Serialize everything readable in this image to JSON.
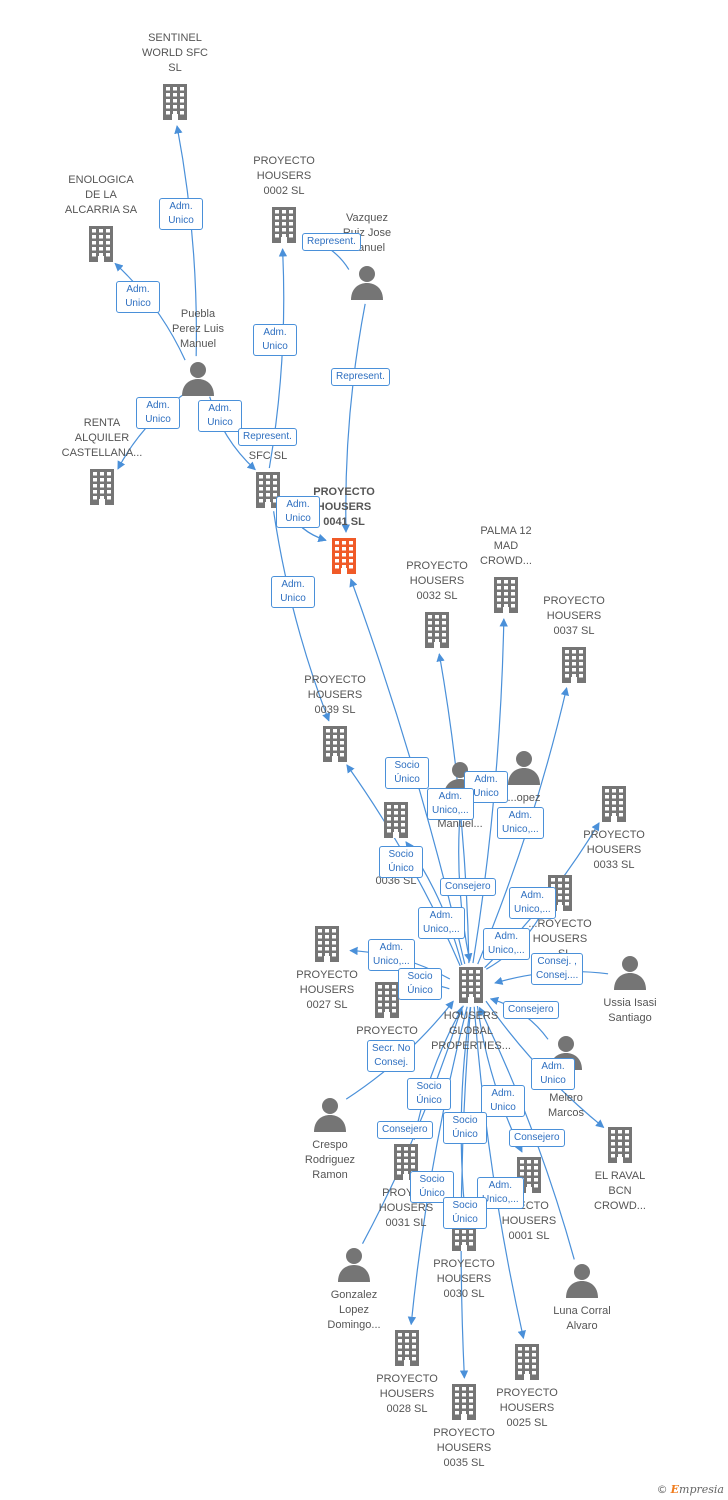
{
  "colors": {
    "edge": "#4a90d9",
    "node": "#757575",
    "focus": "#f05a28",
    "label": "#555555"
  },
  "nodes": [
    {
      "id": "sentinel",
      "type": "company",
      "label": "SENTINEL\nWORLD SFC\nSL"
    },
    {
      "id": "enologica",
      "type": "company",
      "label": "ENOLOGICA\nDE LA\nALCARRIA SA"
    },
    {
      "id": "ph0002",
      "type": "company",
      "label": "PROYECTO\nHOUSERS\n0002 SL"
    },
    {
      "id": "vazquez",
      "type": "person",
      "label": "Vazquez\nRuiz Jose\nManuel"
    },
    {
      "id": "puebla",
      "type": "person",
      "label": "Puebla\nPerez Luis\nManuel"
    },
    {
      "id": "renta",
      "type": "company",
      "label": "RENTA\nALQUILER\nCASTELLANA..."
    },
    {
      "id": "sfc",
      "type": "company",
      "label": "...X\nSFC SL"
    },
    {
      "id": "ph0041",
      "type": "focus",
      "label": "PROYECTO\nHOUSERS\n0041 SL"
    },
    {
      "id": "palma",
      "type": "company",
      "label": "PALMA 12\nMAD\nCROWD..."
    },
    {
      "id": "ph0032",
      "type": "company",
      "label": "PROYECTO\nHOUSERS\n0032 SL"
    },
    {
      "id": "ph0037",
      "type": "company",
      "label": "PROYECTO\nHOUSERS\n0037 SL"
    },
    {
      "id": "ph0039",
      "type": "company",
      "label": "PROYECTO\nHOUSERS\n0039 SL"
    },
    {
      "id": "p_center1",
      "type": "person",
      "label": "...\nManuel..."
    },
    {
      "id": "p_lopez",
      "type": "person",
      "label": "...opez"
    },
    {
      "id": "ph0033",
      "type": "company",
      "label": "PROYECTO\nHOUSERS\n0033 SL"
    },
    {
      "id": "ph0036",
      "type": "company",
      "label": "PRO...\nHO...\n0036 SL"
    },
    {
      "id": "ph00xx",
      "type": "company",
      "label": "...ROYECTO\nHOUSERS\n...SL"
    },
    {
      "id": "ussia",
      "type": "person",
      "label": "Ussia Isasi\nSantiago"
    },
    {
      "id": "ph0027",
      "type": "company",
      "label": "PROYECTO\nHOUSERS\n0027 SL"
    },
    {
      "id": "ph_left",
      "type": "company",
      "label": "PROYECTO\nH..."
    },
    {
      "id": "housers",
      "type": "company",
      "label": "HOUSERS\nGLOBAL\nPROPERTIES..."
    },
    {
      "id": "melero",
      "type": "person",
      "label": "...s\nMelero\nMarcos"
    },
    {
      "id": "crespo",
      "type": "person",
      "label": "Crespo\nRodriguez\nRamon"
    },
    {
      "id": "elraval",
      "type": "company",
      "label": "EL RAVAL\nBCN\nCROWD..."
    },
    {
      "id": "ph0031",
      "type": "company",
      "label": "PROYE...\nHOUSERS\n0031 SL"
    },
    {
      "id": "ph0001",
      "type": "company",
      "label": "...ECTO\nHOUSERS\n0001 SL"
    },
    {
      "id": "ph0030",
      "type": "company",
      "label": "PROYECTO\nHOUSERS\n0030 SL"
    },
    {
      "id": "gonzalez",
      "type": "person",
      "label": "Gonzalez\nLopez\nDomingo..."
    },
    {
      "id": "luna",
      "type": "person",
      "label": "Luna Corral\nAlvaro"
    },
    {
      "id": "ph0028",
      "type": "company",
      "label": "PROYECTO\nHOUSERS\n0028 SL"
    },
    {
      "id": "ph0025",
      "type": "company",
      "label": "PROYECTO\nHOUSERS\n0025 SL"
    },
    {
      "id": "ph0035",
      "type": "company",
      "label": "PROYECTO\nHOUSERS\n0035 SL"
    }
  ],
  "edges": [
    {
      "from": "puebla",
      "to": "sentinel",
      "label": "Adm.\nUnico"
    },
    {
      "from": "puebla",
      "to": "enologica",
      "label": "Adm.\nUnico"
    },
    {
      "from": "vazquez",
      "to": "ph0002",
      "label": "Represent."
    },
    {
      "from": "sfc",
      "to": "ph0002",
      "label": "Adm.\nUnico"
    },
    {
      "from": "vazquez",
      "to": "ph0041",
      "label": "Represent."
    },
    {
      "from": "puebla",
      "to": "renta",
      "label": "Adm.\nUnico"
    },
    {
      "from": "puebla",
      "to": "sfc",
      "label": "Adm.\nUnico"
    },
    {
      "from": "sfc",
      "to": "ph0041",
      "label": "Represent."
    },
    {
      "from": "sfc",
      "to": "ph0041",
      "label": "Adm.\nUnico"
    },
    {
      "from": "sfc",
      "to": "ph0039",
      "label": "Adm.\nUnico"
    },
    {
      "from": "housers",
      "to": "ph0041",
      "label": "Socio\nÚnico"
    },
    {
      "from": "housers",
      "to": "ph0032",
      "label": "Adm.\nUnico"
    },
    {
      "from": "housers",
      "to": "palma",
      "label": "Adm.\nUnico,..."
    },
    {
      "from": "housers",
      "to": "ph0037",
      "label": "Adm.\nUnico,..."
    },
    {
      "from": "housers",
      "to": "ph0039",
      "label": "Socio\nÚnico"
    },
    {
      "from": "housers",
      "to": "ph0033",
      "label": "Adm.\nUnico,..."
    },
    {
      "from": "p_center1",
      "to": "housers",
      "label": "Consejero"
    },
    {
      "from": "housers",
      "to": "ph0027",
      "label": "Adm.\nUnico,..."
    },
    {
      "from": "housers",
      "to": "ph_left",
      "label": "Socio\nÚnico"
    },
    {
      "from": "housers",
      "to": "ph0036",
      "label": "Adm.\nUnico,..."
    },
    {
      "from": "housers",
      "to": "ph00xx",
      "label": "Adm.\nUnico,..."
    },
    {
      "from": "ussia",
      "to": "housers",
      "label": "Consej. ,\nConsej...."
    },
    {
      "from": "melero",
      "to": "housers",
      "label": "Consejero"
    },
    {
      "from": "housers",
      "to": "elraval",
      "label": "Adm.\nUnico"
    },
    {
      "from": "crespo",
      "to": "housers",
      "label": "Secr. No\nConsej."
    },
    {
      "from": "housers",
      "to": "ph0031",
      "label": "Socio\nÚnico"
    },
    {
      "from": "gonzalez",
      "to": "housers",
      "label": "Consejero"
    },
    {
      "from": "housers",
      "to": "ph0001",
      "label": "Adm.\nUnico"
    },
    {
      "from": "luna",
      "to": "housers",
      "label": "Consejero"
    },
    {
      "from": "housers",
      "to": "ph0030",
      "label": "Socio\nÚnico"
    },
    {
      "from": "housers",
      "to": "ph0028",
      "label": "Socio\nÚnico"
    },
    {
      "from": "housers",
      "to": "ph0025",
      "label": "Adm.\nUnico,..."
    },
    {
      "from": "housers",
      "to": "ph0035",
      "label": "Socio\nÚnico"
    }
  ],
  "footer": {
    "copyright": "©",
    "brand_initial": "E",
    "brand_rest": "mpresia"
  }
}
